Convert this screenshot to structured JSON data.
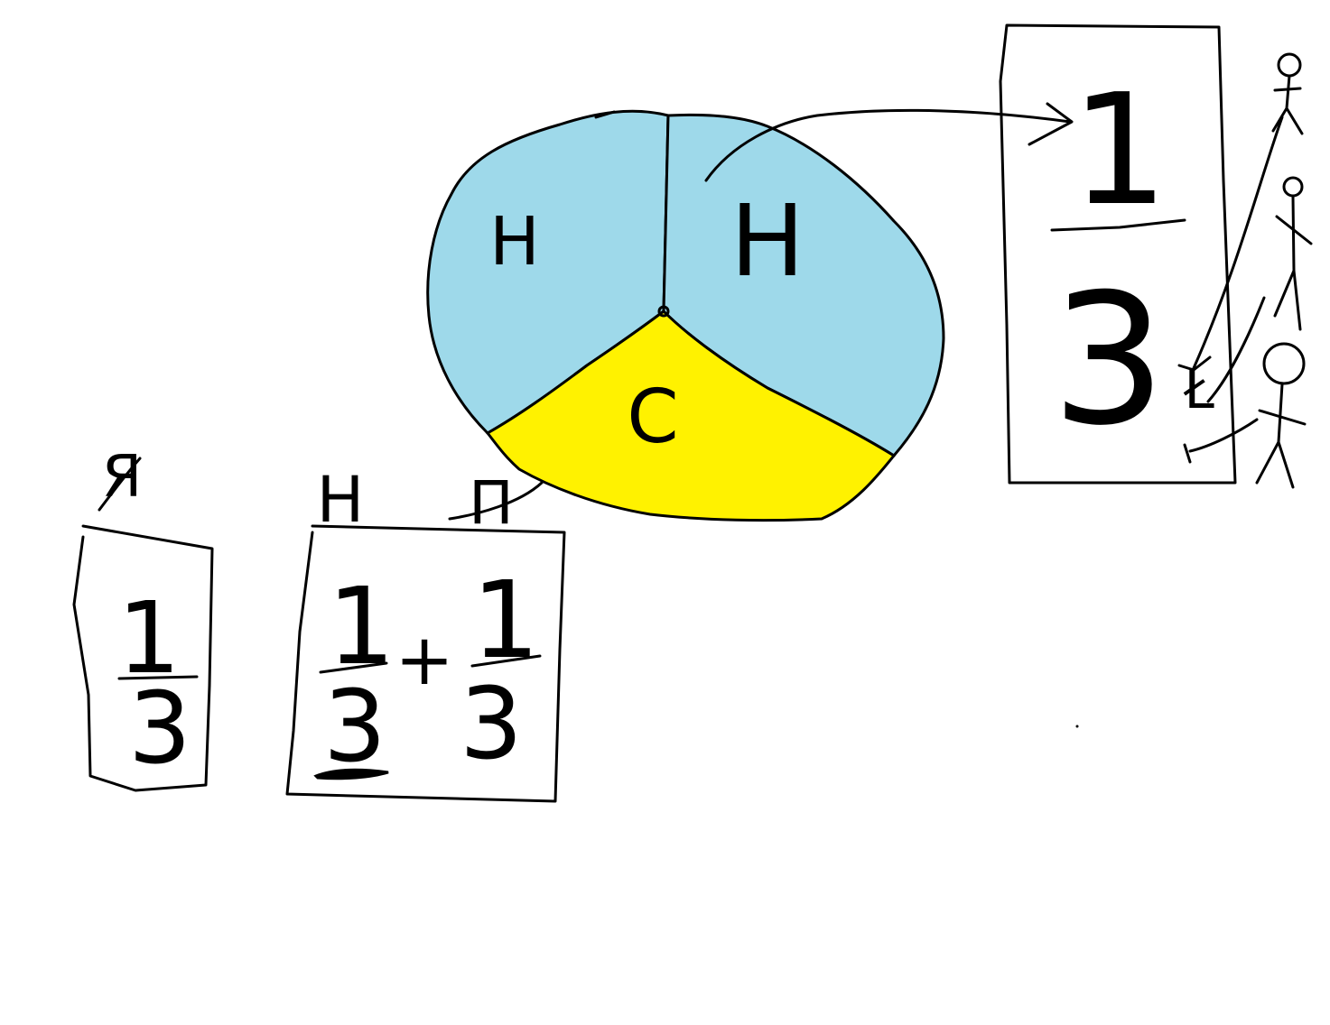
{
  "colors": {
    "blue_sector": "#9ed9ea",
    "yellow_sector": "#fff200",
    "ink": "#000000",
    "background": "#ffffff"
  },
  "pie": {
    "sectors": [
      {
        "label": "H",
        "color": "#9ed9ea"
      },
      {
        "label": "H",
        "color": "#9ed9ea"
      },
      {
        "label": "C",
        "color": "#fff200"
      }
    ]
  },
  "right_card": {
    "numerator": "1",
    "denominator": "3"
  },
  "left_card": {
    "header": "Я",
    "numerator": "1",
    "denominator": "3"
  },
  "middle_card": {
    "header_left": "H",
    "header_right": "П",
    "term1": {
      "numerator": "1",
      "denominator": "3"
    },
    "operator": "+",
    "term2": {
      "numerator": "1",
      "denominator": "3"
    }
  },
  "figures": {
    "side_letter": "Ł"
  }
}
